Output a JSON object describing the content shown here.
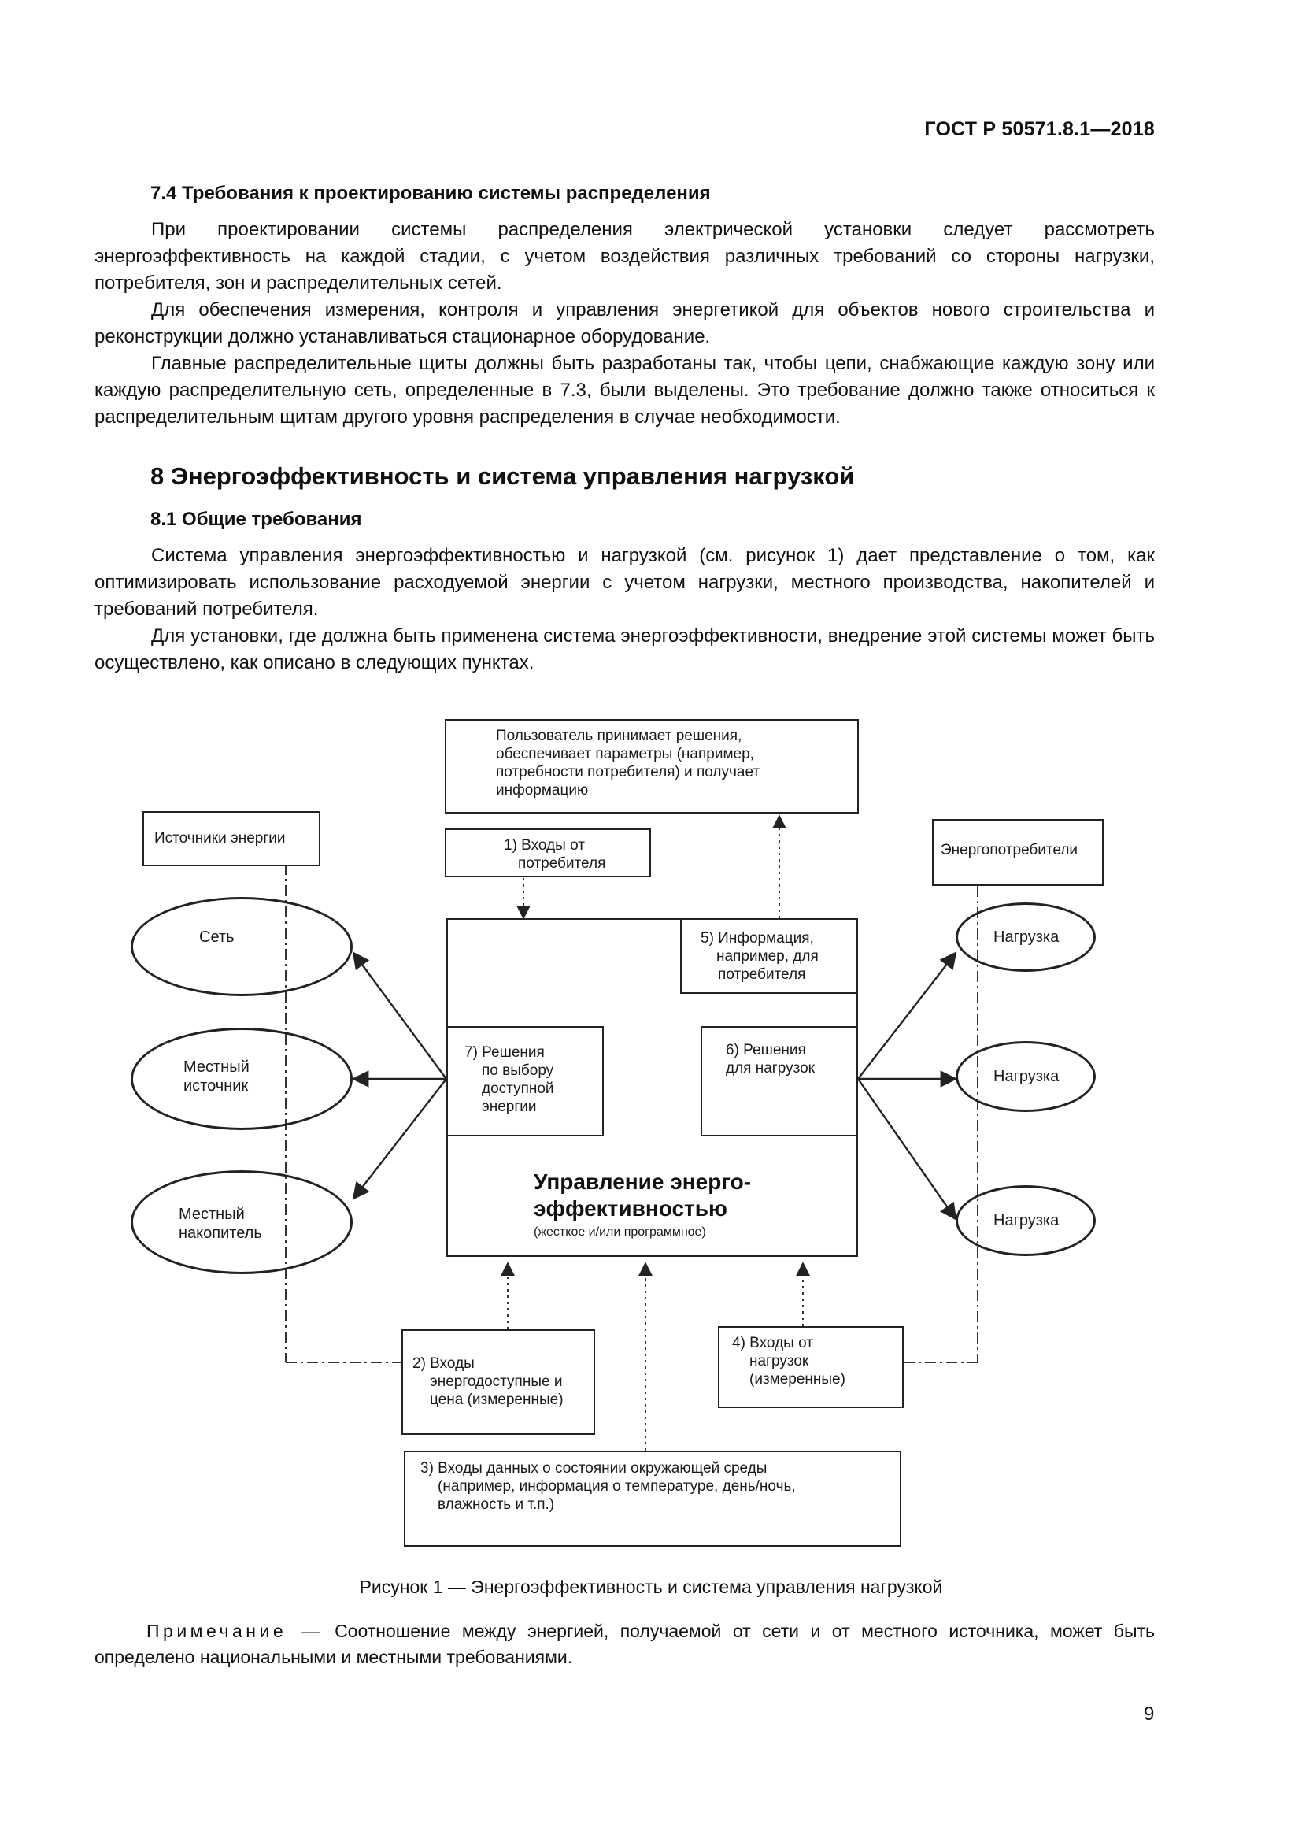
{
  "header": {
    "standard": "ГОСТ Р 50571.8.1—2018"
  },
  "section_7_4": {
    "title": "7.4 Требования к проектированию системы распределения",
    "p1": "При проектировании системы распределения электрической установки следует рассмотреть энергоэффективность на каждой стадии, с учетом воздействия различных требований со стороны нагрузки, потребителя, зон и распределительных сетей.",
    "p2": "Для обеспечения измерения, контроля и управления энергетикой для объектов нового строительства и реконструкции должно устанавливаться стационарное оборудование.",
    "p3": "Главные распределительные щиты должны быть разработаны так, чтобы цепи, снабжающие каждую зону или каждую распределительную сеть, определенные в 7.3, были выделены. Это требование должно также относиться к распределительным щитам другого уровня распределения в случае необходимости."
  },
  "section_8": {
    "title": "8 Энергоэффективность и система управления нагрузкой"
  },
  "section_8_1": {
    "title": "8.1 Общие требования",
    "p1": "Система управления энергоэффективностью и нагрузкой (см. рисунок 1) дает представление о том, как оптимизировать использование расходуемой энергии с учетом нагрузки, местного производства, накопителей и требований потребителя.",
    "p2": "Для установки, где должна быть применена система энергоэффективности, внедрение этой системы может быть осуществлено, как описано в следующих пунктах."
  },
  "figure": {
    "user_box": [
      "Пользователь принимает решения,",
      "обеспечивает параметры (например,",
      "потребности потребителя) и получает",
      "информацию"
    ],
    "sources_label": "Источники энергии",
    "consumers_label": "Энергопотребители",
    "input_1": [
      "1) Входы от",
      "потребителя"
    ],
    "info_5": [
      "5) Информация,",
      "например, для",
      "потребителя"
    ],
    "decision_7": [
      "7) Решения",
      "по выбору",
      "доступной",
      "энергии"
    ],
    "decision_6": [
      "6) Решения",
      "для нагрузок"
    ],
    "main_title": [
      "Управление энерго-",
      "эффективностью"
    ],
    "main_subtitle": "(жесткое и/или программное)",
    "source_network": "Сеть",
    "source_local": [
      "Местный",
      "источник"
    ],
    "source_storage": [
      "Местный",
      "накопитель"
    ],
    "load_1": "Нагрузка",
    "load_2": "Нагрузка",
    "load_3": "Нагрузка",
    "input_2": [
      "2) Входы",
      "энергодоступные и",
      "цена (измеренные)"
    ],
    "input_4": [
      "4) Входы от",
      "нагрузок",
      "(измеренные)"
    ],
    "input_3": [
      "3) Входы данных о состоянии окружающей среды",
      "(например, информация о температуре, день/ночь,",
      "влажность и т.п.)"
    ],
    "caption": "Рисунок 1 — Энергоэффективность и система управления нагрузкой"
  },
  "note": {
    "label": "Примечание —",
    "text": "Соотношение между энергией, получаемой от сети и от местного источника, может быть определено национальными и местными требованиями."
  },
  "page_number": "9"
}
